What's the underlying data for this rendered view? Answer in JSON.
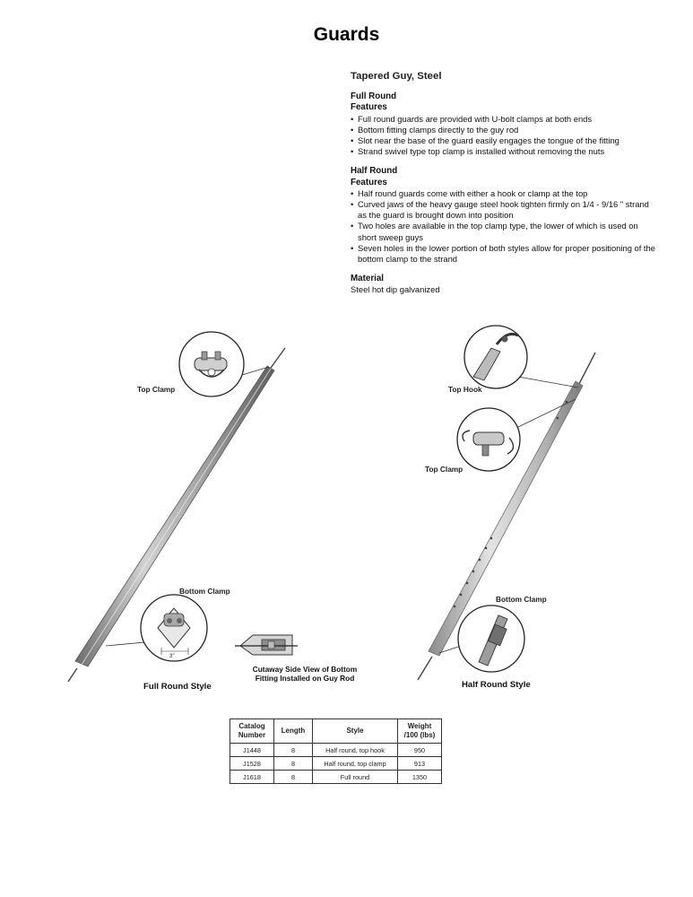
{
  "page": {
    "title": "Guards",
    "subtitle": "Tapered Guy, Steel"
  },
  "full_round": {
    "title": "Full Round",
    "features_label": "Features",
    "features": [
      "Full round guards are provided with U-bolt clamps at both ends",
      "Bottom fitting clamps directly to the guy rod",
      "Slot near the base of the guard easily engages the tongue of the fitting",
      "Strand swivel type top clamp is installed without removing the nuts"
    ]
  },
  "half_round": {
    "title": "Half Round",
    "features_label": "Features",
    "features": [
      "Half round guards come with either a hook or clamp at the top",
      "Curved jaws of the heavy gauge steel hook tighten firmly on 1/4 - 9/16 \" strand as the guard is brought down into position",
      "Two holes are available in the top clamp type, the lower of which is used on short sweep guys",
      "Seven holes in the lower portion of both styles allow for proper positioning of the bottom clamp to the strand"
    ]
  },
  "material": {
    "title": "Material",
    "text": "Steel hot dip galvanized"
  },
  "figure_left": {
    "top_clamp_label": "Top Clamp",
    "bottom_clamp_label": "Bottom Clamp",
    "dimension_label": "3″",
    "caption": "Full Round Style"
  },
  "cutaway": {
    "line1": "Cutaway Side View of Bottom",
    "line2": "Fitting Installed on Guy Rod"
  },
  "figure_right": {
    "top_hook_label": "Top Hook",
    "top_clamp_label": "Top Clamp",
    "bottom_clamp_label": "Bottom Clamp",
    "caption": "Half Round Style"
  },
  "table": {
    "headers": [
      "Catalog Number",
      "Length",
      "Style",
      "Weight /100 (lbs)"
    ],
    "rows": [
      [
        "J1448",
        "8",
        "Half round, top hook",
        "950"
      ],
      [
        "J1528",
        "8",
        "Half round, top clamp",
        "913"
      ],
      [
        "J1618",
        "8",
        "Full round",
        "1350"
      ]
    ]
  }
}
